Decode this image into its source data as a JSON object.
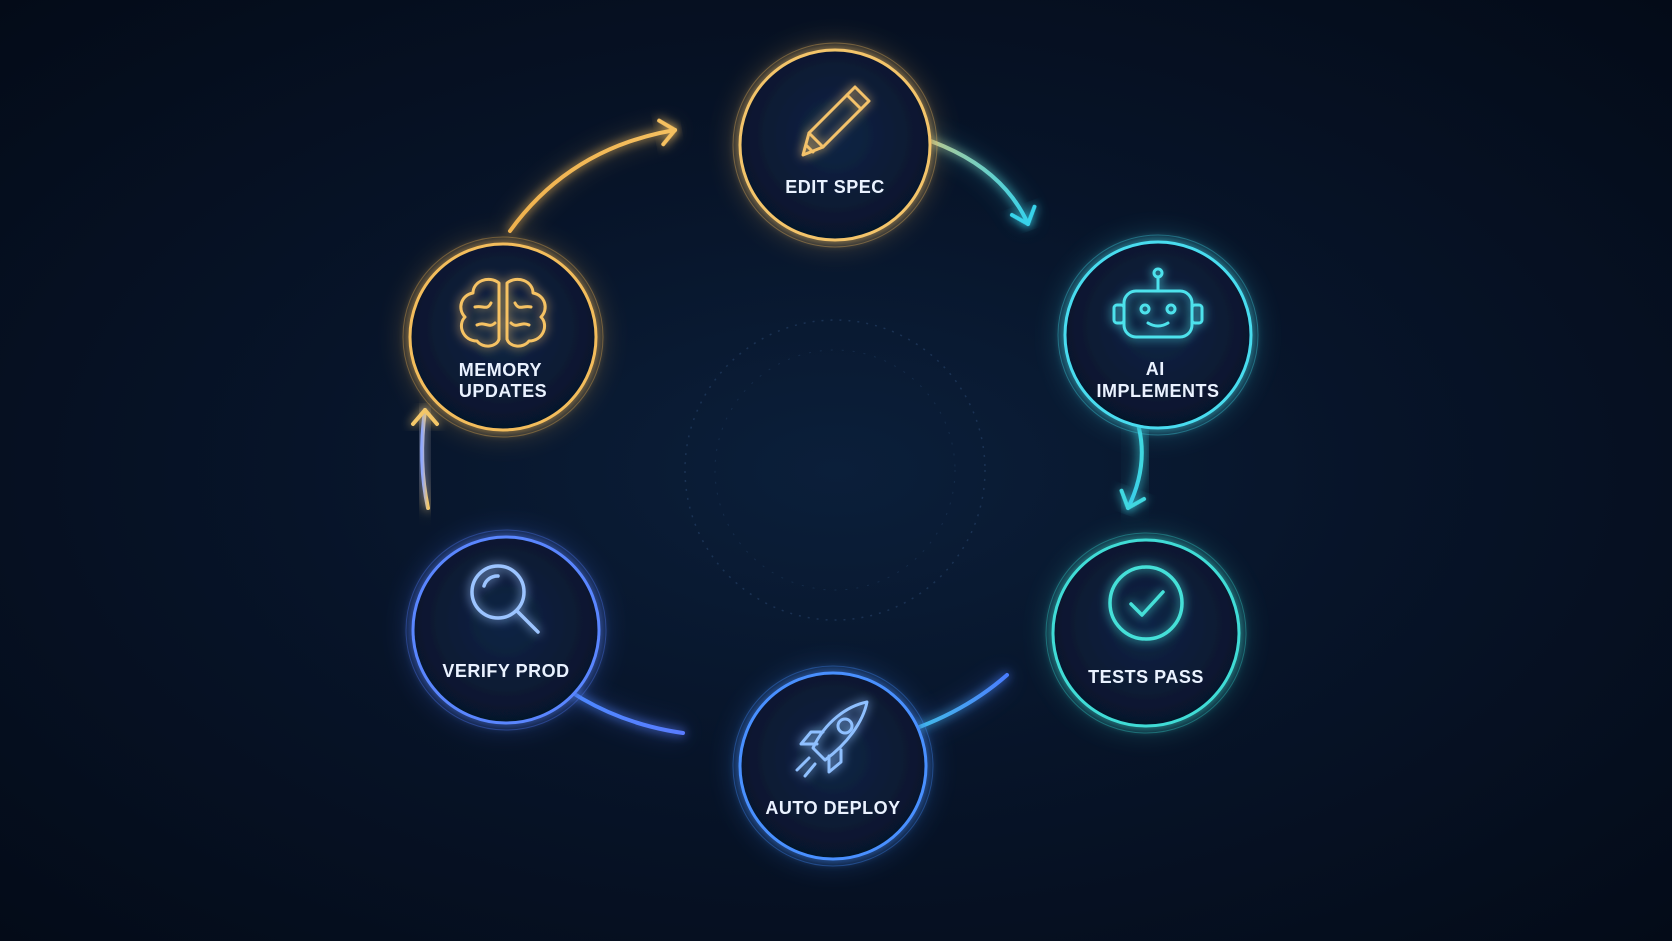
{
  "diagram": {
    "type": "cycle",
    "nodes": [
      {
        "id": "edit-spec",
        "lines": [
          "EDIT SPEC"
        ],
        "icon": "pencil-icon",
        "color": "#f3b85a"
      },
      {
        "id": "ai-implements",
        "lines": [
          "AI",
          "IMPLEMENTS"
        ],
        "icon": "robot-icon",
        "color": "#3fd6e8"
      },
      {
        "id": "tests-pass",
        "lines": [
          "TESTS PASS"
        ],
        "icon": "check-circle-icon",
        "color": "#37d8d0"
      },
      {
        "id": "auto-deploy",
        "lines": [
          "AUTO DEPLOY"
        ],
        "icon": "rocket-icon",
        "color": "#3f8dff"
      },
      {
        "id": "verify-prod",
        "lines": [
          "VERIFY PROD"
        ],
        "icon": "magnifier-icon",
        "color": "#4f7cff"
      },
      {
        "id": "memory-updates",
        "lines": [
          "MEMORY",
          "UPDATES"
        ],
        "icon": "brain-icon",
        "color": "#f0b24e"
      }
    ],
    "edges": [
      {
        "from": "edit-spec",
        "to": "ai-implements",
        "colors": [
          "#f2c66a",
          "#38d3ea"
        ]
      },
      {
        "from": "ai-implements",
        "to": "tests-pass",
        "colors": [
          "#38c8f0",
          "#3fd8e0"
        ]
      },
      {
        "from": "tests-pass",
        "to": "auto-deploy",
        "colors": [
          "#3fd8e0",
          "#4a7dff"
        ]
      },
      {
        "from": "auto-deploy",
        "to": "verify-prod",
        "colors": [
          "#4a8dff",
          "#5a7cff"
        ]
      },
      {
        "from": "verify-prod",
        "to": "memory-updates",
        "colors": [
          "#8fa8ff",
          "#f4c86a"
        ]
      },
      {
        "from": "memory-updates",
        "to": "edit-spec",
        "colors": [
          "#f0b24e",
          "#f5c060"
        ]
      }
    ]
  }
}
